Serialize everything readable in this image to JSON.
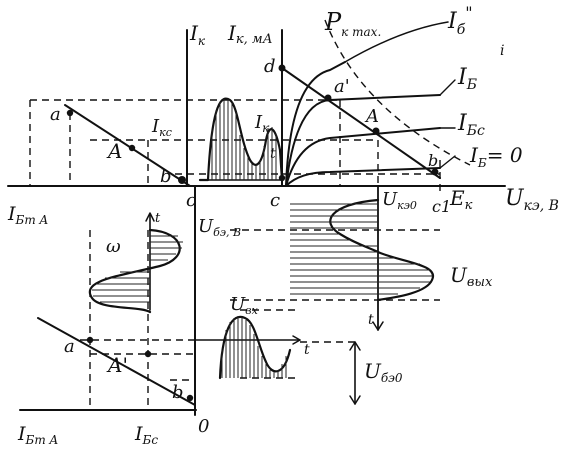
{
  "labels": {
    "top_ik": "I",
    "top_ik_sub": "к",
    "top_ik_ma": "I",
    "top_ik_ma_sub": "к, мА",
    "p_max": "P",
    "p_max_sub": "к max.",
    "ib_pp": "I",
    "ib_pp_sub": "б",
    "ib_pp_mark": "\"",
    "ib_prime_mark": "i",
    "ib_top": "I",
    "ib_top_sub": "Б",
    "ib_c": "I",
    "ib_c_sub": "Бс",
    "ib_zero": "I",
    "ib_zero_sub": "Б",
    "ib_zero_eq": "= 0",
    "ek": "E",
    "ek_sub": "к",
    "uke_axis": "U",
    "uke_axis_sub": "кэ, В",
    "uke0": "U",
    "uke0_sub": "кэ0",
    "ikc": "I",
    "ikc_sub": "кс",
    "ikm": "I",
    "ikm_sub": "к",
    "left_iem": "I",
    "left_iem_sub": "Бm A",
    "ube_axis": "U",
    "ube_axis_sub": "бэ, В",
    "u_out": "U",
    "u_out_sub": "вых",
    "u_in": "U",
    "u_in_sub": "вх",
    "u_be0": "U",
    "u_be0_sub": "бэ0",
    "bottom_iem": "I",
    "bottom_iem_sub": "Бm A",
    "bottom_ibc": "I",
    "bottom_ibc_sub": "Бс",
    "pt_a_left": "a",
    "pt_A_left": "A",
    "pt_b_left": "b",
    "pt_c_mid": "c",
    "pt_c_right": "c",
    "pt_d": "d",
    "pt_a_right": "a'",
    "pt_A_right": "A",
    "pt_b_right": "b",
    "pt_c1": "c1",
    "pt_a_low": "a",
    "pt_A_low": "A'",
    "pt_b_low": "b",
    "zero_bottom": "0",
    "t_axis_top": "t",
    "t_axis_mid": "t",
    "t_axis_low": "t",
    "w_mark": "ω",
    "tick_v": "t"
  }
}
